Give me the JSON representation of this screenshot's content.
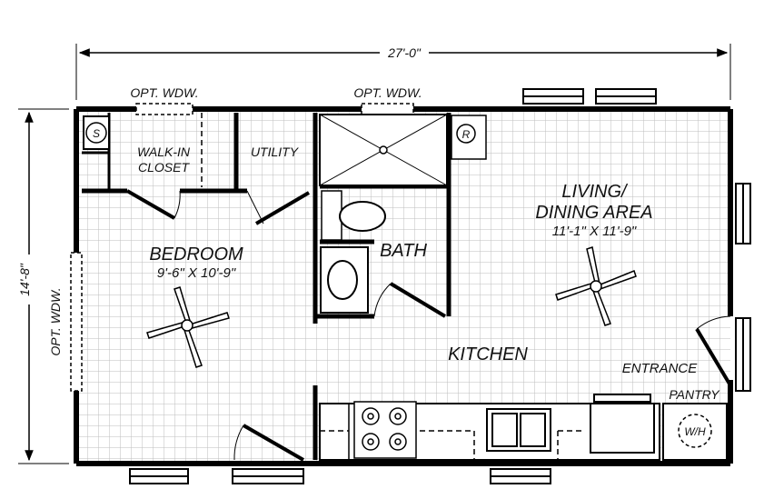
{
  "plan": {
    "overall_width": "27'-0\"",
    "overall_depth": "14'-8\"",
    "window_labels": {
      "top_left": "OPT. WDW.",
      "top_middle": "OPT. WDW.",
      "left_side": "OPT. WDW."
    },
    "rooms": {
      "bedroom": {
        "name": "BEDROOM",
        "size": "9'-6\" X 10'-9\""
      },
      "walk_in_closet": {
        "line1": "WALK-IN",
        "line2": "CLOSET"
      },
      "utility": {
        "name": "UTILITY"
      },
      "bath": {
        "name": "BATH"
      },
      "living": {
        "line1": "LIVING/",
        "line2": "DINING AREA",
        "size": "11'-1\" X 11'-9\""
      },
      "kitchen": {
        "name": "KITCHEN"
      },
      "entrance": {
        "name": "ENTRANCE"
      },
      "pantry": {
        "name": "PANTRY"
      }
    },
    "fixtures": {
      "washer": "S",
      "refrigerator": "R",
      "water_heater": "W/H"
    }
  }
}
